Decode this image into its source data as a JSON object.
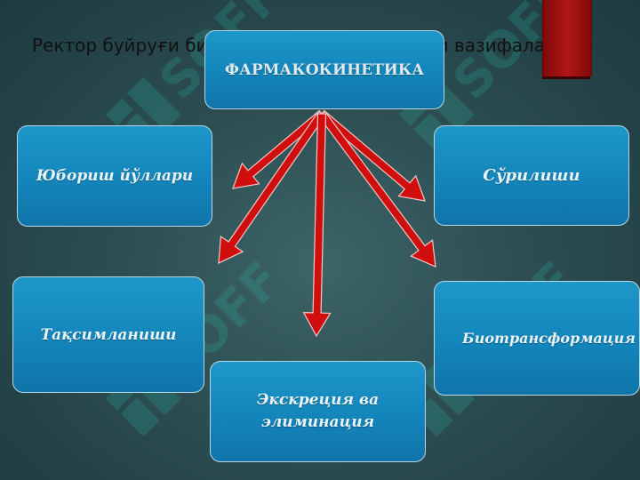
{
  "slide": {
    "heading": "Ректор буйруғи билан тасдиқланган асосий вазифалар",
    "center_title": "ФАРМАКОКИНЕТИКА",
    "nodes": [
      {
        "id": "route",
        "label": "Юбориш йўллари"
      },
      {
        "id": "absorb",
        "label": "Сўрилиши"
      },
      {
        "id": "distrib",
        "label": "Тақсимланиши"
      },
      {
        "id": "biotr",
        "label": "Биотрансформация"
      },
      {
        "id": "excr",
        "label": "Экскреция ва элиминация"
      }
    ],
    "watermark_text": "SOFF"
  },
  "colors": {
    "arrow": "#d10e0e",
    "box_fill": "#1385bb",
    "background": "#2c4e52"
  }
}
